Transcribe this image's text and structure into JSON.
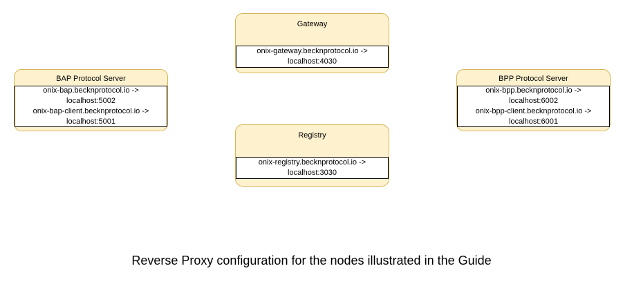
{
  "diagram": {
    "caption": "Reverse Proxy configuration for the nodes illustrated in the Guide",
    "colors": {
      "node_fill": "#fdf1ce",
      "node_border": "#d6b556",
      "body_fill": "#ffffff",
      "body_border": "#000000",
      "text": "#000000",
      "background": "#ffffff"
    },
    "nodes": [
      {
        "id": "gateway",
        "title": "Gateway",
        "lines": [
          "onix-gateway.becknprotocol.io ->",
          "localhost:4030"
        ]
      },
      {
        "id": "bap",
        "title": "BAP Protocol Server",
        "lines": [
          "onix-bap.becknprotocol.io ->",
          "localhost:5002",
          "onix-bap-client.becknprotocol.io ->",
          "localhost:5001"
        ]
      },
      {
        "id": "bpp",
        "title": "BPP Protocol Server",
        "lines": [
          "onix-bpp.becknprotocol.io ->",
          "localhost:6002",
          "onix-bpp-client.becknprotocol.io ->",
          "localhost:6001"
        ]
      },
      {
        "id": "registry",
        "title": "Registry",
        "lines": [
          "onix-registry.becknprotocol.io ->",
          "localhost:3030"
        ]
      }
    ]
  }
}
